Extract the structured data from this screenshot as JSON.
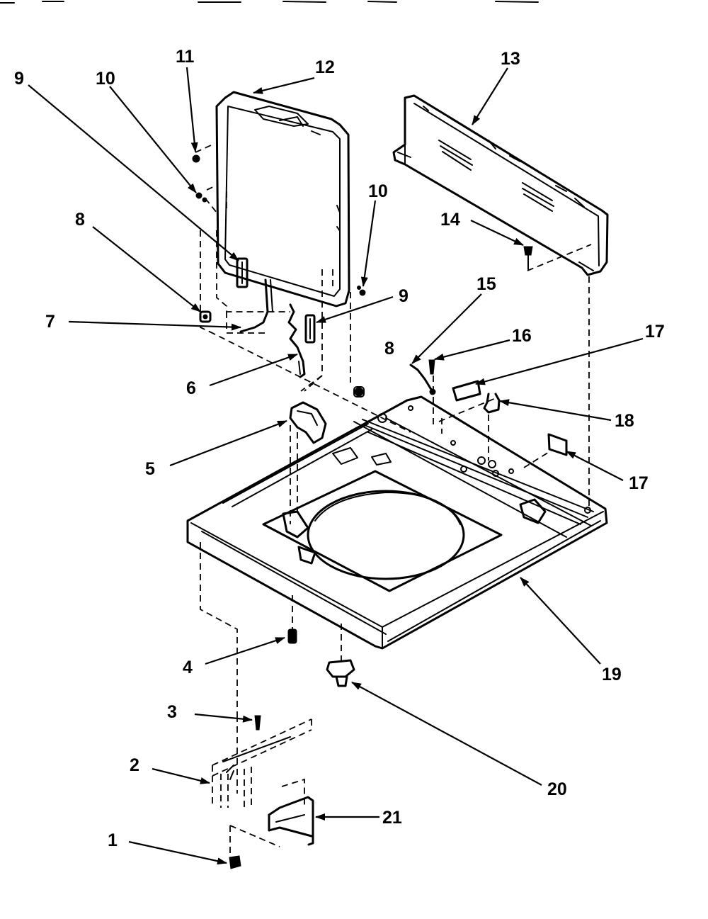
{
  "callouts": {
    "c1": "1",
    "c2": "2",
    "c3": "3",
    "c4": "4",
    "c5": "5",
    "c6": "6",
    "c7": "7",
    "c8a": "8",
    "c8b": "8",
    "c9a": "9",
    "c9b": "9",
    "c10a": "10",
    "c10b": "10",
    "c11": "11",
    "c12": "12",
    "c13": "13",
    "c14": "14",
    "c15": "15",
    "c16": "16",
    "c17a": "17",
    "c17b": "17",
    "c18": "18",
    "c19": "19",
    "c20": "20",
    "c21": "21"
  },
  "colors": {
    "ink": "#000000",
    "paper": "#ffffff"
  }
}
